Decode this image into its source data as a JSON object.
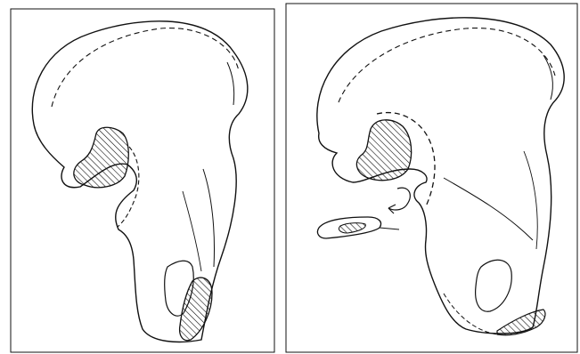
{
  "figure": {
    "panels": [
      {
        "id": "left",
        "subject": "hip-bone-lateral-view"
      },
      {
        "id": "right",
        "subject": "hip-bone-lateral-view-with-removed-fragment"
      }
    ]
  },
  "colors": {
    "ink": "#111111",
    "background": "#ffffff"
  }
}
